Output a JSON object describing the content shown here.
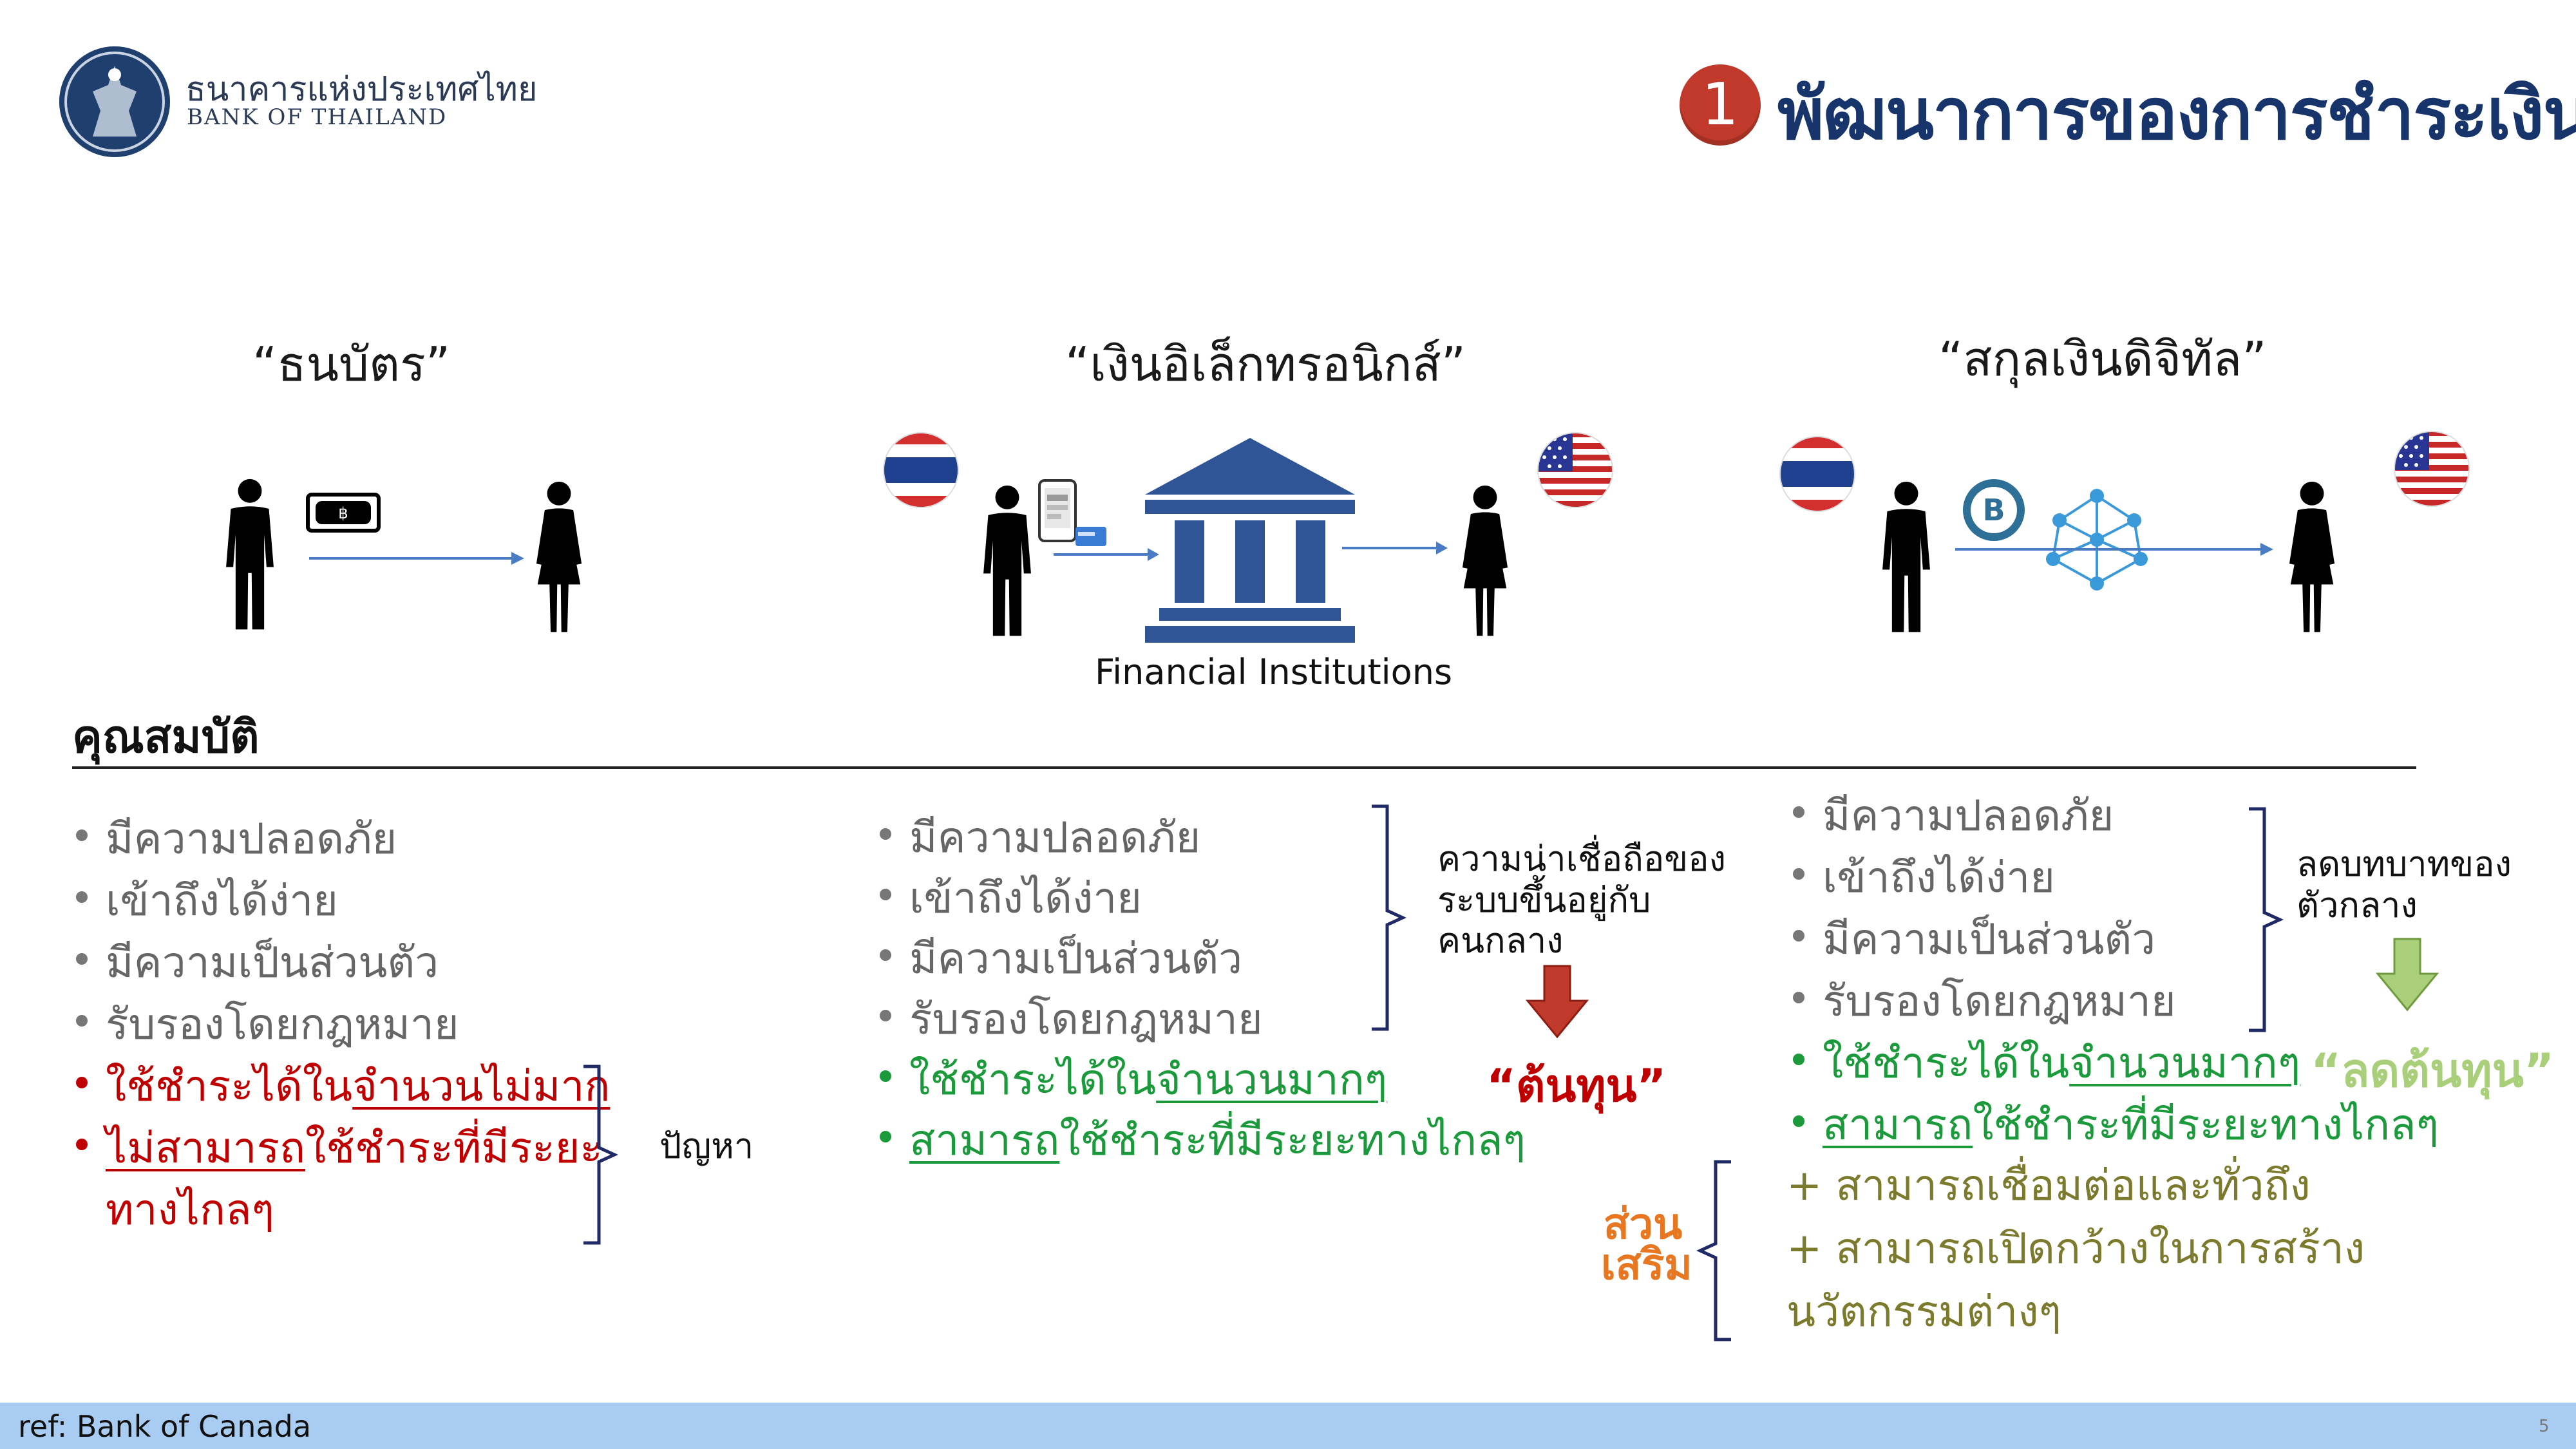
{
  "header": {
    "logo_th": "ธนาคารแห่งประเทศไทย",
    "logo_en": "BANK OF THAILAND",
    "section_number": "1",
    "title": "พัฒนาการของการชำระเงิน"
  },
  "columns": [
    {
      "title": "“ธนบัตร”"
    },
    {
      "title": "“เงินอิเล็กทรอนิกส์”",
      "caption": "Financial Institutions"
    },
    {
      "title": "“สกุลเงินดิจิทัล”"
    }
  ],
  "properties_heading": "คุณสมบัติ",
  "col1": {
    "items": [
      "มีความปลอดภัย",
      "เข้าถึงได้ง่าย",
      "มีความเป็นส่วนตัว",
      "รับรองโดยกฎหมาย"
    ],
    "red1_pre": "ใช้ชำระได้ใน",
    "red1_u": "จำนวนไม่มาก",
    "red2_u": "ไม่สามารถ",
    "red2_post": "ใช้ชำระที่มีระยะ",
    "red2_line2": "ทางไกลๆ",
    "bracket_label": "ปัญหา"
  },
  "col2": {
    "items": [
      "มีความปลอดภัย",
      "เข้าถึงได้ง่าย",
      "มีความเป็นส่วนตัว",
      "รับรองโดยกฎหมาย"
    ],
    "green1_pre": "ใช้ชำระได้ใน",
    "green1_u": "จำนวนมากๆ",
    "green2_u": "สามารถ",
    "green2_post": "ใช้ชำระที่มีระยะทางไกลๆ",
    "note": "ความน่าเชื่อถือของระบบขึ้นอยู่กับคนกลาง",
    "cost": "“ต้นทุน”"
  },
  "col3": {
    "items": [
      "มีความปลอดภัย",
      "เข้าถึงได้ง่าย",
      "มีความเป็นส่วนตัว",
      "รับรองโดยกฎหมาย"
    ],
    "green1_pre": "ใช้ชำระได้ใน",
    "green1_u": "จำนวนมากๆ",
    "green2_u": "สามารถ",
    "green2_post": "ใช้ชำระที่มีระยะทางไกลๆ",
    "note": "ลดบทบาทของตัวกลาง",
    "cost": "“ลดต้นทุน”",
    "extra_label": "ส่วนเสริม",
    "extra1": "+ สามารถเชื่อมต่อและทั่วถึง",
    "extra2": "+ สามารถเปิดกว้างในการสร้าง",
    "extra2_line2": "นวัตกรรมต่างๆ"
  },
  "footer": {
    "ref": "ref: Bank of Canada",
    "page": "5"
  },
  "icons": {
    "banknote": "banknote-icon",
    "flag_th": "thai-flag-icon",
    "flag_us": "us-flag-icon",
    "bank": "bank-building-icon",
    "phone": "mobile-banking-icon",
    "bitcoin": "bitcoin-icon",
    "network": "network-icon"
  },
  "colors": {
    "title": "#17356b",
    "red": "#c00000",
    "green": "#1a9a3a",
    "orange": "#e87722",
    "light_green": "#a9cf7a",
    "footer": "#a9cdf2"
  }
}
